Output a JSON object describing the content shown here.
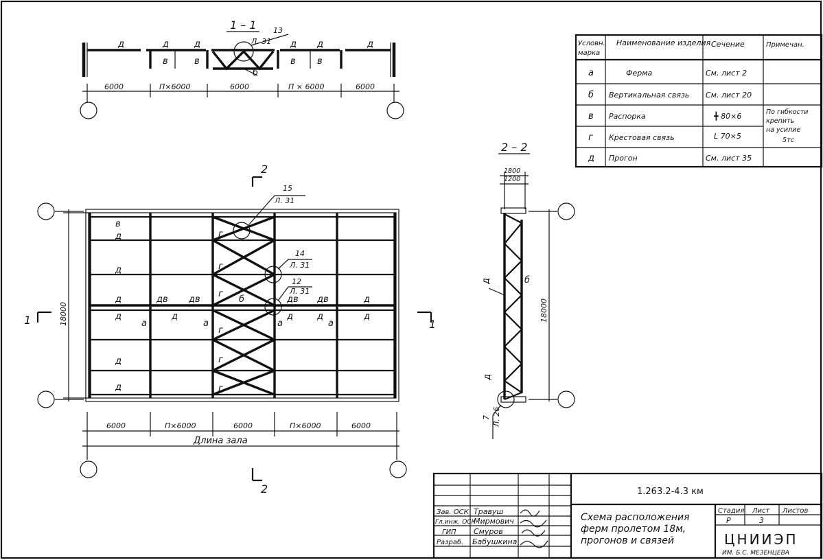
{
  "sections": {
    "s1": "1 – 1",
    "s2": "2 – 2",
    "cut_top": "2",
    "cut_bottom": "2",
    "cut_left": "1",
    "cut_right": "1"
  },
  "callouts": {
    "c13": {
      "num": "13",
      "sheet": "Л. 31"
    },
    "c15": {
      "num": "15",
      "sheet": "Л. 31"
    },
    "c14": {
      "num": "14",
      "sheet": "Л. 31"
    },
    "c12": {
      "num": "12",
      "sheet": "Л. 31"
    },
    "c7": {
      "num": "7",
      "sheet": "Л. 26"
    }
  },
  "marks": {
    "a": "а",
    "b": "б",
    "v": "в",
    "g": "г",
    "d": "д",
    "dv": "дв"
  },
  "dims": {
    "span_6000": "6000",
    "n6000": "П × 6000",
    "n6000_alt": "П×6000",
    "height_18000": "18000",
    "hall_length": "Длина зала",
    "d1800": "1800",
    "d1200": "1200"
  },
  "spec_table": {
    "headers": [
      "Условн. марка",
      "Наименование изделия",
      "Сечение",
      "Примечан."
    ],
    "rows": [
      {
        "mark": "а",
        "name": "Ферма",
        "section": "См. лист 2",
        "note": ""
      },
      {
        "mark": "б",
        "name": "Вертикальная связь",
        "section": "См. лист 20",
        "note": ""
      },
      {
        "mark": "в",
        "name": "Распорка",
        "section": "╋ 80×6",
        "note": "По гибкости крепить на усилие 5тс"
      },
      {
        "mark": "г",
        "name": "Крестовая связь",
        "section": "L 70×5",
        "note": ""
      },
      {
        "mark": "д",
        "name": "Прогон",
        "section": "См. лист 35",
        "note": ""
      }
    ]
  },
  "title_block": {
    "code": "1.263.2-4.3 км",
    "title_lines": [
      "Схема расположения",
      "ферм пролетом 18м,",
      "прогонов и связей"
    ],
    "signatures": [
      {
        "role": "Зав. ОСК",
        "name": "Травуш"
      },
      {
        "role": "Гл.инж. ОСК",
        "name": "Мирмович"
      },
      {
        "role": "ГИП",
        "name": "Смуров"
      },
      {
        "role": "Разраб.",
        "name": "Бабушкина"
      }
    ],
    "stage_label": "Стадия",
    "sheet_label": "Лист",
    "sheets_label": "Листов",
    "stage": "Р",
    "sheet": "3",
    "sheets": "",
    "org": "ЦНИИЭП",
    "org_sub": "ИМ. Б.С. МЕЗЕНЦЕВА"
  }
}
